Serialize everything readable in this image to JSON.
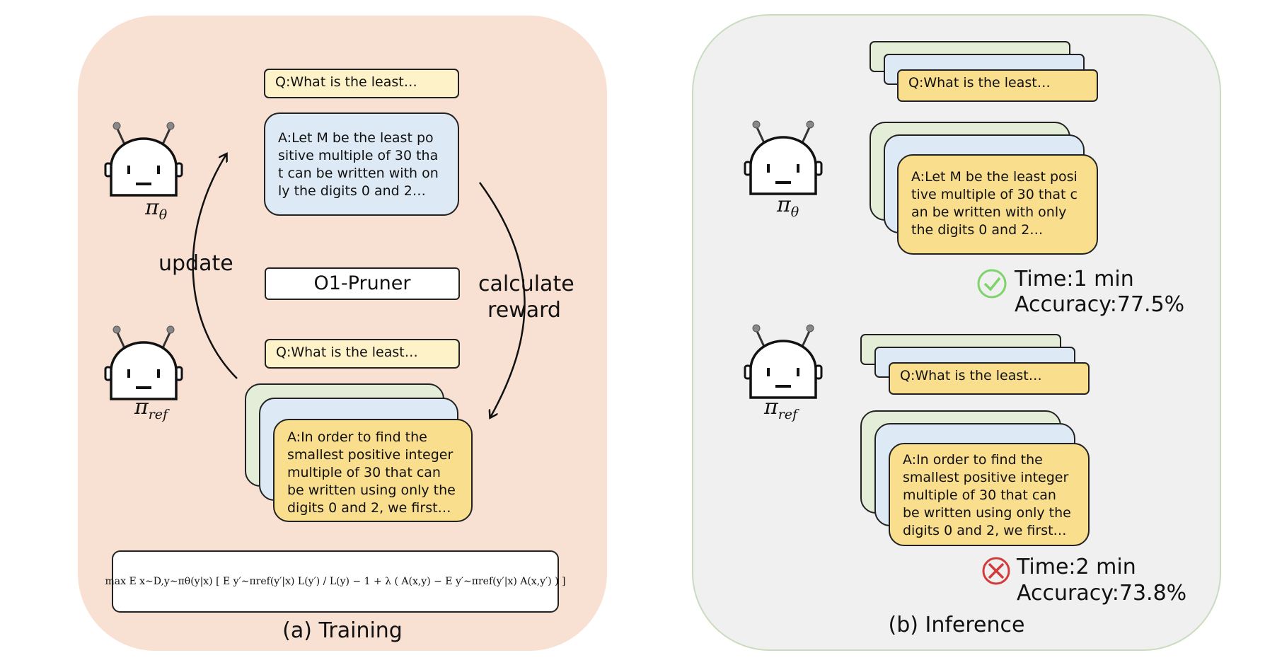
{
  "training": {
    "caption": "(a) Training",
    "question": "Q:What is the least…",
    "answer_policy": "A:Let M be the least po\nsitive multiple of 30 tha\nt can be written with on\nly the digits 0 and 2…",
    "method": "O1-Pruner",
    "question_ref": "Q:What is the least…",
    "answer_ref": "A:In order to find the\nsmallest positive integer\nmultiple of 30 that can\nbe written using only the\ndigits 0 and 2, we first…",
    "update_label": "update",
    "reward_label": "calculate\nreward",
    "policy_symbol": "π",
    "policy_sub": "θ",
    "ref_symbol": "π",
    "ref_sub": "ref",
    "objective": "max E x∼D,y∼πθ(y|x) [ E y′∼πref(y′|x) L(y′) / L(y) − 1 + λ ( A(x,y) − E y′∼πref(y′|x) A(x,y′) ) ]"
  },
  "inference": {
    "caption": "(b) Inference",
    "policy": {
      "symbol": "π",
      "sub": "θ",
      "question": "Q:What is the least…",
      "answer": "A:Let M be the least posi\ntive multiple of 30 that c\nan be written with only\nthe digits 0 and 2…",
      "time": "Time:1 min",
      "accuracy": "Accuracy:77.5%",
      "status": "check-icon"
    },
    "ref": {
      "symbol": "π",
      "sub": "ref",
      "question": "Q:What is the least…",
      "answer": "A:In order to find the\nsmallest positive integer\nmultiple of 30 that can\nbe written using only the\ndigits 0 and 2, we first…",
      "time": "Time:2 min",
      "accuracy": "Accuracy:73.8%",
      "status": "cross-icon"
    }
  },
  "colors": {
    "training_bg": "#f8e0d2",
    "inference_bg": "#f0f0f0",
    "question_yellow": "#fdf2c8",
    "answer_blue": "#dde9f4",
    "answer_green": "#e3edd8",
    "answer_yellow": "#f9de8e",
    "check_green": "#7ed36a",
    "cross_red": "#d23b3b"
  }
}
